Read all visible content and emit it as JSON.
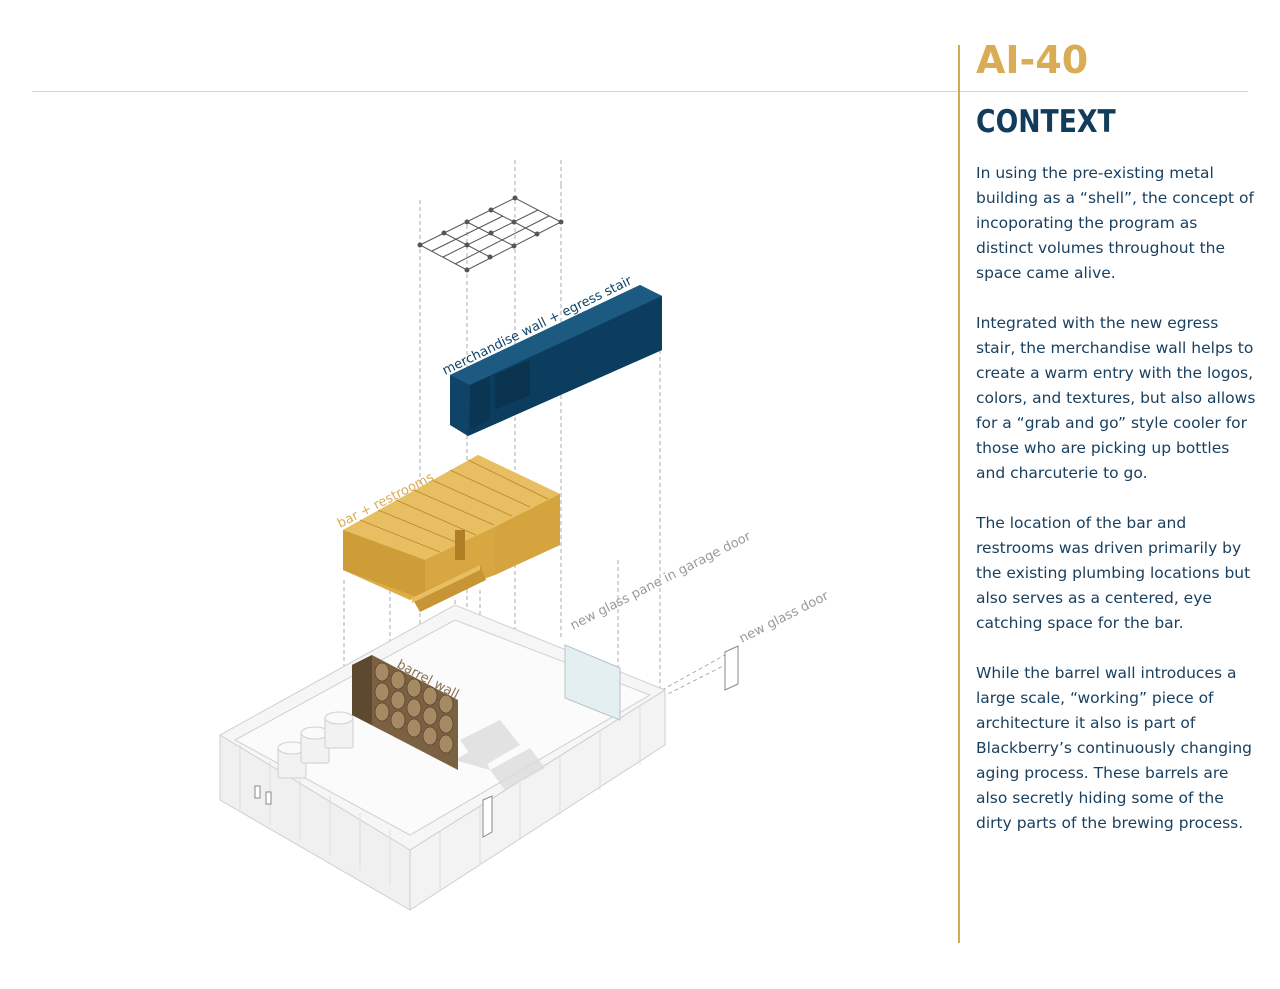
{
  "sheet_number": "AI-40",
  "heading": "CONTEXT",
  "paragraphs": [
    "In using the pre-existing metal building as a “shell”, the concept of incoporating the program as distinct volumes throughout the space came alive.",
    "Integrated with the new egress stair, the merchandise wall helps to create a warm entry with the logos, colors, and textures, but also allows for a “grab and go” style cooler for those who are picking up bottles and charcuterie to go.",
    "The location of the bar and restrooms was driven primarily by the existing plumbing locations but also serves as a centered, eye catching space for the bar.",
    "While the barrel wall introduces a large scale, “working” piece of architecture it also is part of Blackberry’s continuously changing aging process. These barrels are also secretly hiding some of the dirty parts of the brewing process."
  ],
  "diagram_labels": {
    "merchandise": "merchandise wall + egress stair",
    "bar": "bar + restrooms",
    "garage": "new glass pane in garage door",
    "glass_door": "new glass door",
    "barrel": "barrel wall"
  },
  "colors": {
    "accent_gold": "#d9ac55",
    "navy": "#123c5b",
    "merch_blue": "#0f4468",
    "bar_gold": "#dcac45"
  }
}
